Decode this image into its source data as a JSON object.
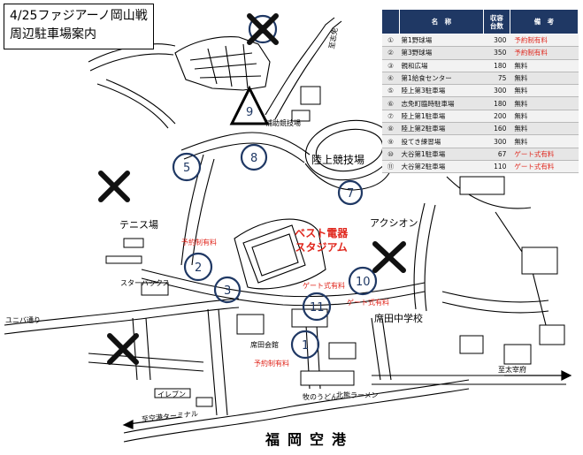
{
  "title": {
    "line1": "4/25ファジアーノ岡山戦",
    "line2": "周辺駐車場案内"
  },
  "legend": {
    "headers": {
      "number": "",
      "name": "名　称",
      "capacity": "収容\n台数",
      "note": "備　考"
    },
    "rows": [
      {
        "no": "①",
        "name": "第1野球場",
        "capacity": "300",
        "note": "予約制有料",
        "note_color": "red"
      },
      {
        "no": "②",
        "name": "第3野球場",
        "capacity": "350",
        "note": "予約制有料",
        "note_color": "red"
      },
      {
        "no": "③",
        "name": "親和広場",
        "capacity": "180",
        "note": "無料",
        "note_color": "black"
      },
      {
        "no": "④",
        "name": "第1給食センター",
        "capacity": "75",
        "note": "無料",
        "note_color": "black"
      },
      {
        "no": "⑤",
        "name": "陸上第3駐車場",
        "capacity": "300",
        "note": "無料",
        "note_color": "black"
      },
      {
        "no": "⑥",
        "name": "志免町臨時駐車場",
        "capacity": "180",
        "note": "無料",
        "note_color": "black"
      },
      {
        "no": "⑦",
        "name": "陸上第1駐車場",
        "capacity": "200",
        "note": "無料",
        "note_color": "black"
      },
      {
        "no": "⑧",
        "name": "陸上第2駐車場",
        "capacity": "160",
        "note": "無料",
        "note_color": "black"
      },
      {
        "no": "⑨",
        "name": "投てき練習場",
        "capacity": "300",
        "note": "無料",
        "note_color": "black"
      },
      {
        "no": "⑩",
        "name": "大谷第1駐車場",
        "capacity": "67",
        "note": "ゲート式有料",
        "note_color": "red"
      },
      {
        "no": "⑪",
        "name": "大谷第2駐車場",
        "capacity": "110",
        "note": "ゲート式有料",
        "note_color": "red"
      }
    ]
  },
  "markers": [
    {
      "num": "1",
      "shape": "circle"
    },
    {
      "num": "2",
      "shape": "circle"
    },
    {
      "num": "3",
      "shape": "circle"
    },
    {
      "num": "5",
      "shape": "circle"
    },
    {
      "num": "6",
      "shape": "circle",
      "crossed": true
    },
    {
      "num": "7",
      "shape": "circle"
    },
    {
      "num": "8",
      "shape": "circle"
    },
    {
      "num": "9",
      "shape": "triangle"
    },
    {
      "num": "10",
      "shape": "circle"
    },
    {
      "num": "11",
      "shape": "circle"
    }
  ],
  "closed_marks": [
    {
      "label": "closed-mark"
    },
    {
      "label": "closed-mark"
    },
    {
      "label": "closed-mark"
    },
    {
      "label": "closed-mark"
    }
  ],
  "labels": {
    "sub_track": "補助競技場",
    "main_track": "陸上競技場",
    "tennis": "テニス場",
    "stadium_line1": "ベスト電器",
    "stadium_line2": "スタジアム",
    "axion": "アクシオン",
    "starbucks": "スターバックス",
    "yunibaro": "ユニバ通り",
    "mushiroda_school": "席田中学校",
    "mushiroda_hall": "席田会館",
    "ilebun": "イレブン",
    "makinoudon": "牧のうどん",
    "kitamiramen": "北熊ラーメン",
    "to_terminal": "至空港ターミナル",
    "to_dazaifu": "至太宰府",
    "to_shime": "至志免",
    "airport": "福岡空港",
    "note_reserve1": "予約制有料",
    "note_reserve2": "予約制有料",
    "note_gate1": "ゲート式有料",
    "note_gate2": "ゲート式有料"
  },
  "colors": {
    "marker": "#1f3864",
    "cross": "#111111",
    "red_text": "#e0261c",
    "legend_header_bg": "#1f3864"
  }
}
